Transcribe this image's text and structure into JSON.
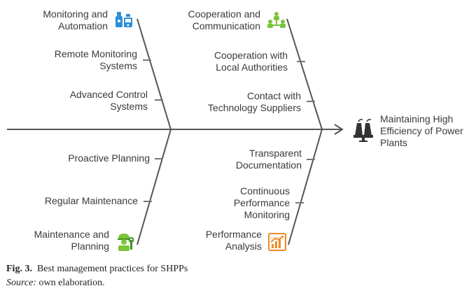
{
  "diagram": {
    "type": "fishbone",
    "effect": "Maintaining High\nEfficiency of Power\nPlants",
    "categories": [
      {
        "title": "Monitoring and\nAutomation",
        "icon": "control-panel-icon",
        "causes": [
          "Remote Monitoring\nSystems",
          "Advanced Control\nSystems"
        ]
      },
      {
        "title": "Cooperation and\nCommunication",
        "icon": "people-network-icon",
        "causes": [
          "Cooperation with\nLocal Authorities",
          "Contact with\nTechnology Suppliers"
        ]
      },
      {
        "title": "Maintenance and\nPlanning",
        "icon": "worker-wrench-icon",
        "causes": [
          "Proactive Planning",
          "Regular Maintenance"
        ]
      },
      {
        "title": "Performance\nAnalysis",
        "icon": "chart-analysis-icon",
        "causes": [
          "Transparent\nDocumentation",
          "Continuous\nPerformance\nMonitoring"
        ]
      }
    ],
    "colors": {
      "spine": "#555555",
      "icon_blue": "#2b8fd8",
      "icon_green": "#7cc43a",
      "icon_orange": "#f08a24",
      "icon_dark": "#333333"
    }
  },
  "caption": {
    "fig_label": "Fig. 3.",
    "fig_text": "Best management practices for SHPPs",
    "source_label": "Source:",
    "source_text": "own elaboration."
  }
}
